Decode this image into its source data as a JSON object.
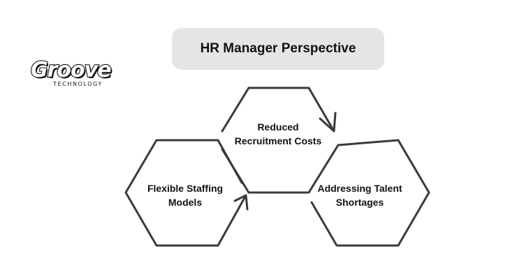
{
  "logo": {
    "word": "Groove",
    "sub": "TECHNOLOGY"
  },
  "title": "HR Manager Perspective",
  "hexagons": [
    {
      "label_line1": "Reduced",
      "label_line2": "Recruitment Costs"
    },
    {
      "label_line1": "Flexible Staffing",
      "label_line2": "Models"
    },
    {
      "label_line1": "Addressing Talent",
      "label_line2": "Shortages"
    }
  ],
  "colors": {
    "stroke": "#3a3a3a",
    "title_bg": "#e4e5e7",
    "text": "#111111"
  }
}
